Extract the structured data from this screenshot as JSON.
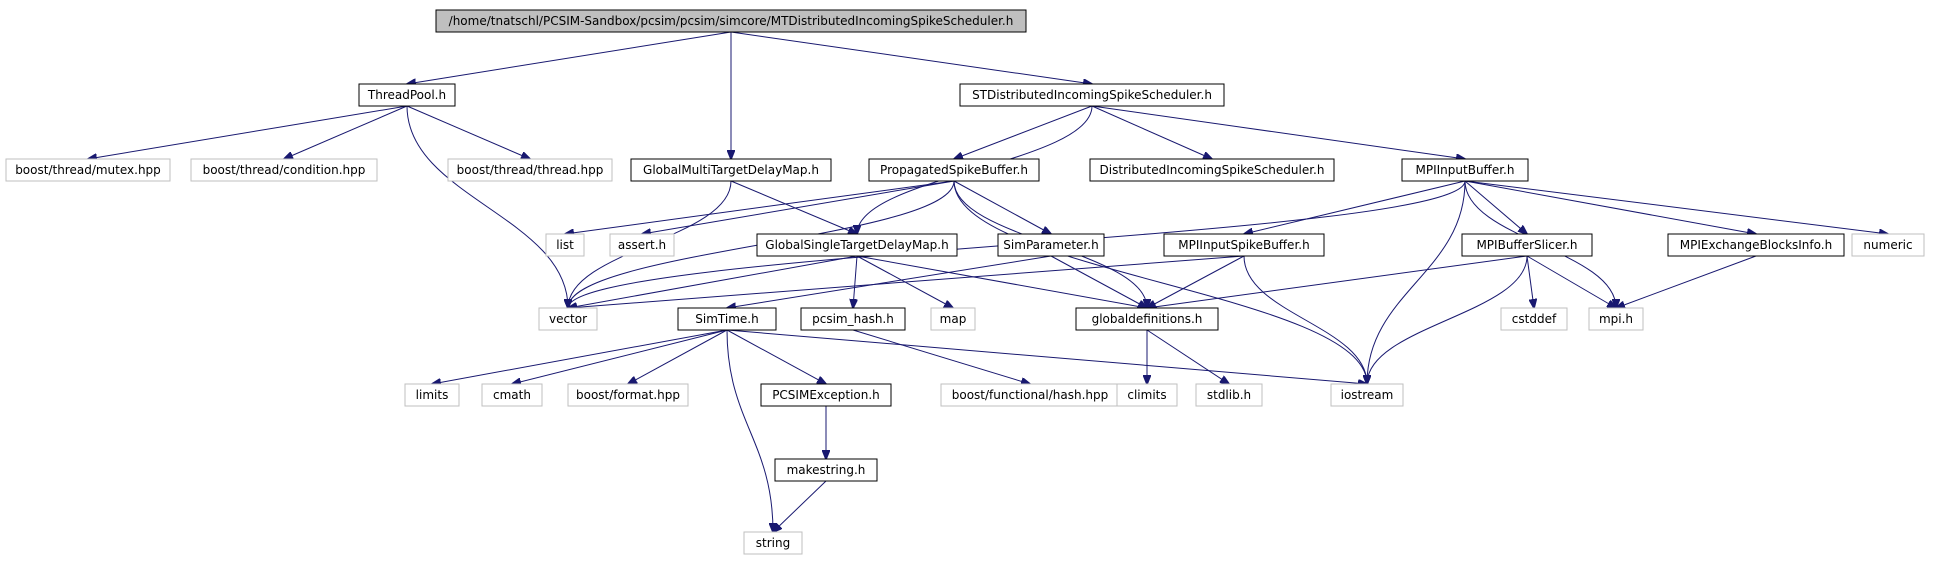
{
  "colors": {
    "edge": "#191970",
    "root_fill": "#bfbfbf",
    "root_border": "#000000",
    "local_border": "#000000",
    "external_border": "#bfbfbf",
    "node_fill": "#ffffff"
  },
  "nodes": [
    {
      "id": "root",
      "label": "/home/tnatschl/PCSIM-Sandbox/pcsim/pcsim/simcore/MTDistributedIncomingSpikeScheduler.h",
      "kind": "root"
    },
    {
      "id": "threadpool",
      "label": "ThreadPool.h",
      "kind": "local"
    },
    {
      "id": "gmtdm",
      "label": "GlobalMultiTargetDelayMap.h",
      "kind": "local"
    },
    {
      "id": "stdiss",
      "label": "STDistributedIncomingSpikeScheduler.h",
      "kind": "local"
    },
    {
      "id": "bmutex",
      "label": "boost/thread/mutex.hpp",
      "kind": "external"
    },
    {
      "id": "bcond",
      "label": "boost/thread/condition.hpp",
      "kind": "external"
    },
    {
      "id": "bthread",
      "label": "boost/thread/thread.hpp",
      "kind": "external"
    },
    {
      "id": "psb",
      "label": "PropagatedSpikeBuffer.h",
      "kind": "local"
    },
    {
      "id": "diss",
      "label": "DistributedIncomingSpikeScheduler.h",
      "kind": "local"
    },
    {
      "id": "mpiib",
      "label": "MPIInputBuffer.h",
      "kind": "local"
    },
    {
      "id": "list",
      "label": "list",
      "kind": "external"
    },
    {
      "id": "assert",
      "label": "assert.h",
      "kind": "external"
    },
    {
      "id": "gstdm",
      "label": "GlobalSingleTargetDelayMap.h",
      "kind": "local"
    },
    {
      "id": "simparam",
      "label": "SimParameter.h",
      "kind": "local"
    },
    {
      "id": "mpisb",
      "label": "MPIInputSpikeBuffer.h",
      "kind": "local"
    },
    {
      "id": "mpibs",
      "label": "MPIBufferSlicer.h",
      "kind": "local"
    },
    {
      "id": "mpiebi",
      "label": "MPIExchangeBlocksInfo.h",
      "kind": "local"
    },
    {
      "id": "numeric",
      "label": "numeric",
      "kind": "external"
    },
    {
      "id": "vector",
      "label": "vector",
      "kind": "external"
    },
    {
      "id": "simtime",
      "label": "SimTime.h",
      "kind": "local"
    },
    {
      "id": "pcsimhash",
      "label": "pcsim_hash.h",
      "kind": "local"
    },
    {
      "id": "map",
      "label": "map",
      "kind": "external"
    },
    {
      "id": "globaldefs",
      "label": "globaldefinitions.h",
      "kind": "local"
    },
    {
      "id": "cstddef",
      "label": "cstddef",
      "kind": "external"
    },
    {
      "id": "mpih",
      "label": "mpi.h",
      "kind": "external"
    },
    {
      "id": "limits",
      "label": "limits",
      "kind": "external"
    },
    {
      "id": "cmath",
      "label": "cmath",
      "kind": "external"
    },
    {
      "id": "bformat",
      "label": "boost/format.hpp",
      "kind": "external"
    },
    {
      "id": "pcsimexc",
      "label": "PCSIMException.h",
      "kind": "local"
    },
    {
      "id": "bhash",
      "label": "boost/functional/hash.hpp",
      "kind": "external"
    },
    {
      "id": "climits",
      "label": "climits",
      "kind": "external"
    },
    {
      "id": "stdlib",
      "label": "stdlib.h",
      "kind": "external"
    },
    {
      "id": "iostream",
      "label": "iostream",
      "kind": "external"
    },
    {
      "id": "makestring",
      "label": "makestring.h",
      "kind": "local"
    },
    {
      "id": "string",
      "label": "string",
      "kind": "external"
    }
  ],
  "edges": [
    [
      "root",
      "threadpool"
    ],
    [
      "root",
      "gmtdm"
    ],
    [
      "root",
      "stdiss"
    ],
    [
      "threadpool",
      "bmutex"
    ],
    [
      "threadpool",
      "bcond"
    ],
    [
      "threadpool",
      "bthread"
    ],
    [
      "threadpool",
      "vector"
    ],
    [
      "gmtdm",
      "vector"
    ],
    [
      "gmtdm",
      "gstdm"
    ],
    [
      "stdiss",
      "psb"
    ],
    [
      "stdiss",
      "diss"
    ],
    [
      "stdiss",
      "mpiib"
    ],
    [
      "stdiss",
      "gstdm"
    ],
    [
      "psb",
      "vector"
    ],
    [
      "psb",
      "list"
    ],
    [
      "psb",
      "assert"
    ],
    [
      "psb",
      "simparam"
    ],
    [
      "psb",
      "globaldefs"
    ],
    [
      "psb",
      "iostream"
    ],
    [
      "mpiib",
      "vector"
    ],
    [
      "mpiib",
      "mpisb"
    ],
    [
      "mpiib",
      "mpibs"
    ],
    [
      "mpiib",
      "mpiebi"
    ],
    [
      "mpiib",
      "numeric"
    ],
    [
      "mpiib",
      "mpih"
    ],
    [
      "mpiib",
      "iostream"
    ],
    [
      "gstdm",
      "vector"
    ],
    [
      "gstdm",
      "pcsimhash"
    ],
    [
      "gstdm",
      "map"
    ],
    [
      "gstdm",
      "globaldefs"
    ],
    [
      "simparam",
      "simtime"
    ],
    [
      "simparam",
      "globaldefs"
    ],
    [
      "mpisb",
      "vector"
    ],
    [
      "mpisb",
      "globaldefs"
    ],
    [
      "mpisb",
      "iostream"
    ],
    [
      "mpibs",
      "globaldefs"
    ],
    [
      "mpibs",
      "cstddef"
    ],
    [
      "mpibs",
      "mpih"
    ],
    [
      "mpibs",
      "iostream"
    ],
    [
      "mpiebi",
      "mpih"
    ],
    [
      "simtime",
      "limits"
    ],
    [
      "simtime",
      "cmath"
    ],
    [
      "simtime",
      "bformat"
    ],
    [
      "simtime",
      "pcsimexc"
    ],
    [
      "simtime",
      "iostream"
    ],
    [
      "simtime",
      "string"
    ],
    [
      "pcsimhash",
      "bhash"
    ],
    [
      "globaldefs",
      "climits"
    ],
    [
      "globaldefs",
      "stdlib"
    ],
    [
      "pcsimexc",
      "makestring"
    ],
    [
      "makestring",
      "string"
    ]
  ]
}
